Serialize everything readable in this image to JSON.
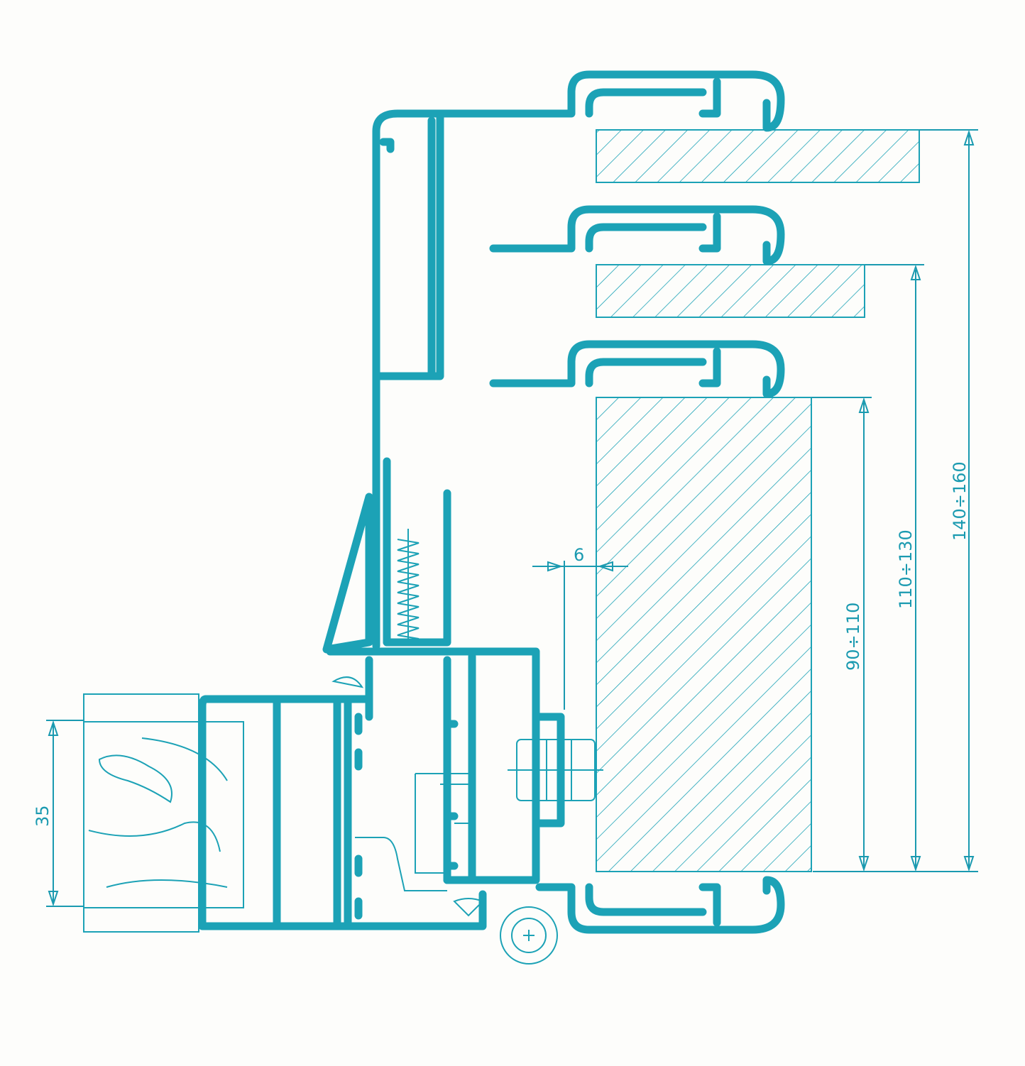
{
  "diagram": {
    "dimensions": {
      "gap": "6",
      "panel_small": "90÷110",
      "panel_medium": "110÷130",
      "panel_large": "140÷160",
      "frame_depth": "35"
    },
    "colors": {
      "line": "#1ca2b6"
    }
  }
}
